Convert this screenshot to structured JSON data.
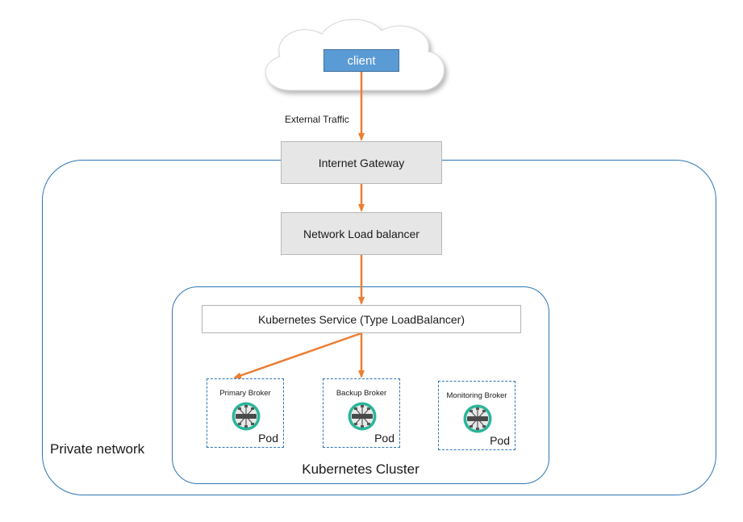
{
  "client": {
    "label": "client"
  },
  "external_traffic_label": "External Traffic",
  "internet_gateway": {
    "label": "Internet Gateway"
  },
  "network_load_balancer": {
    "label": "Network Load balancer"
  },
  "kubernetes_service": {
    "label": "Kubernetes Service (Type LoadBalancer)"
  },
  "pods": [
    {
      "title": "Primary Broker",
      "label": "Pod"
    },
    {
      "title": "Backup Broker",
      "label": "Pod"
    },
    {
      "title": "Monitoring Broker",
      "label": "Pod"
    }
  ],
  "kubernetes_cluster": {
    "label": "Kubernetes Cluster"
  },
  "private_network": {
    "label": "Private network"
  },
  "colors": {
    "arrow": "#ed7d31",
    "region_border": "#2e75b6",
    "client_fill": "#5b9bd5",
    "gray_box": "#e6e6e6",
    "broker_icon": "#2bb59a"
  },
  "icons": {
    "cloud": "cloud-icon",
    "broker": "broker-icon"
  }
}
